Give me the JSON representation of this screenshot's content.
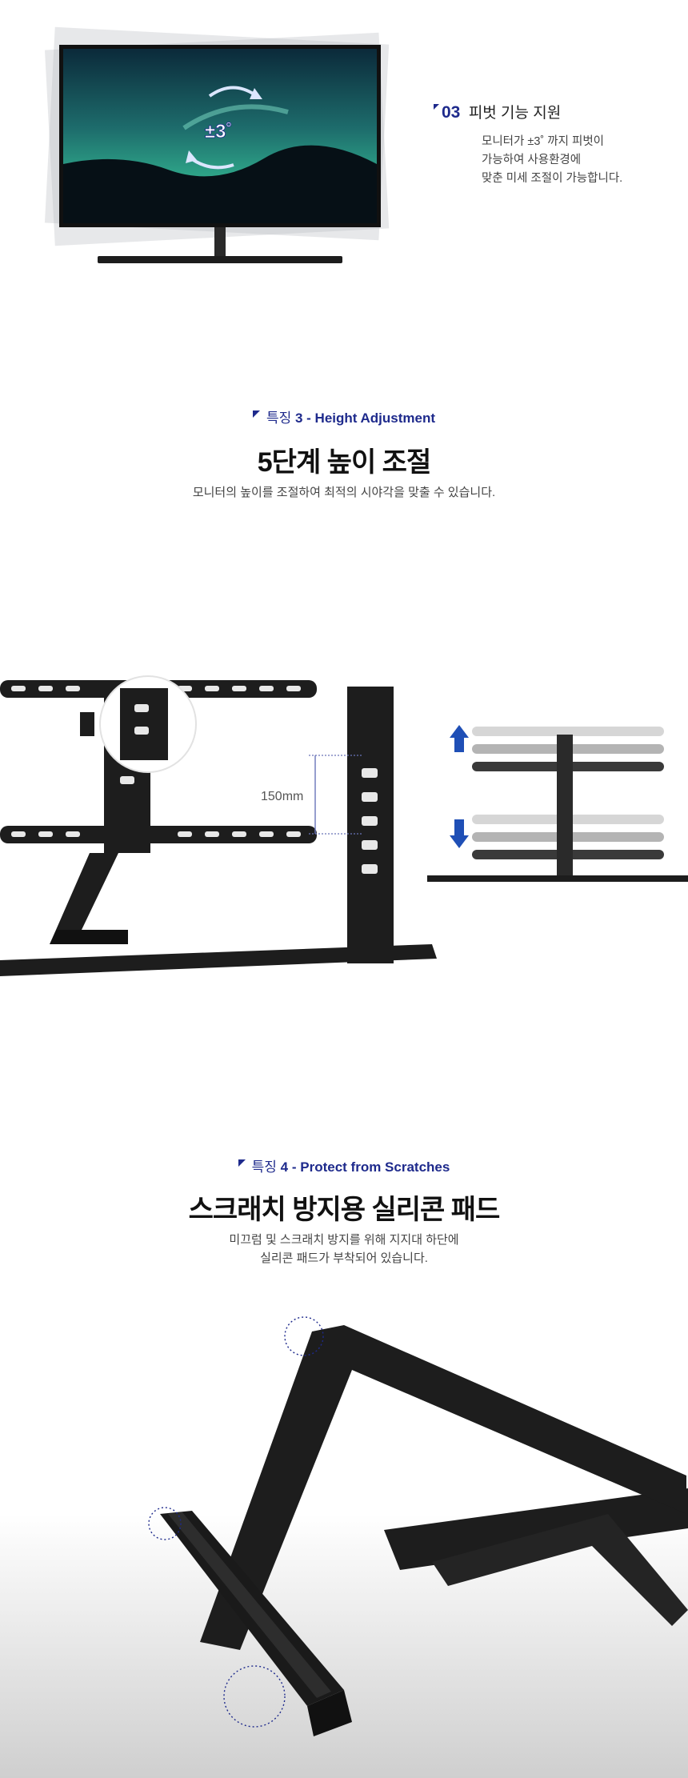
{
  "pivot": {
    "number": "03",
    "title": "피벗 기능 지원",
    "description": [
      "모니터가 ±3˚ 까지 피벗이",
      "가능하여 사용환경에",
      "맞춘 미세 조절이 가능합니다."
    ],
    "angle_badge": "±3˚"
  },
  "feature3": {
    "tag_prefix": "특징",
    "tag_number": "3 -",
    "tag_name": "Height Adjustment",
    "title": "5단계 높이 조절",
    "subtitle": "모니터의 높이를 조절하여 최적의 시야각을 맞출 수 있습니다.",
    "measure_label": "150mm"
  },
  "feature4": {
    "tag_prefix": "특징",
    "tag_number": "4 -",
    "tag_name": "Protect from Scratches",
    "title": "스크래치 방지용 실리콘 패드",
    "subtitle": [
      "미끄럼 및 스크래치 방지를 위해 지지대 하단에",
      "실리콘 패드가 부착되어 있습니다."
    ]
  },
  "colors": {
    "accent": "#1e2a8c",
    "stand": "#1d1d1d",
    "arrow_blue": "#1f4fb6"
  }
}
